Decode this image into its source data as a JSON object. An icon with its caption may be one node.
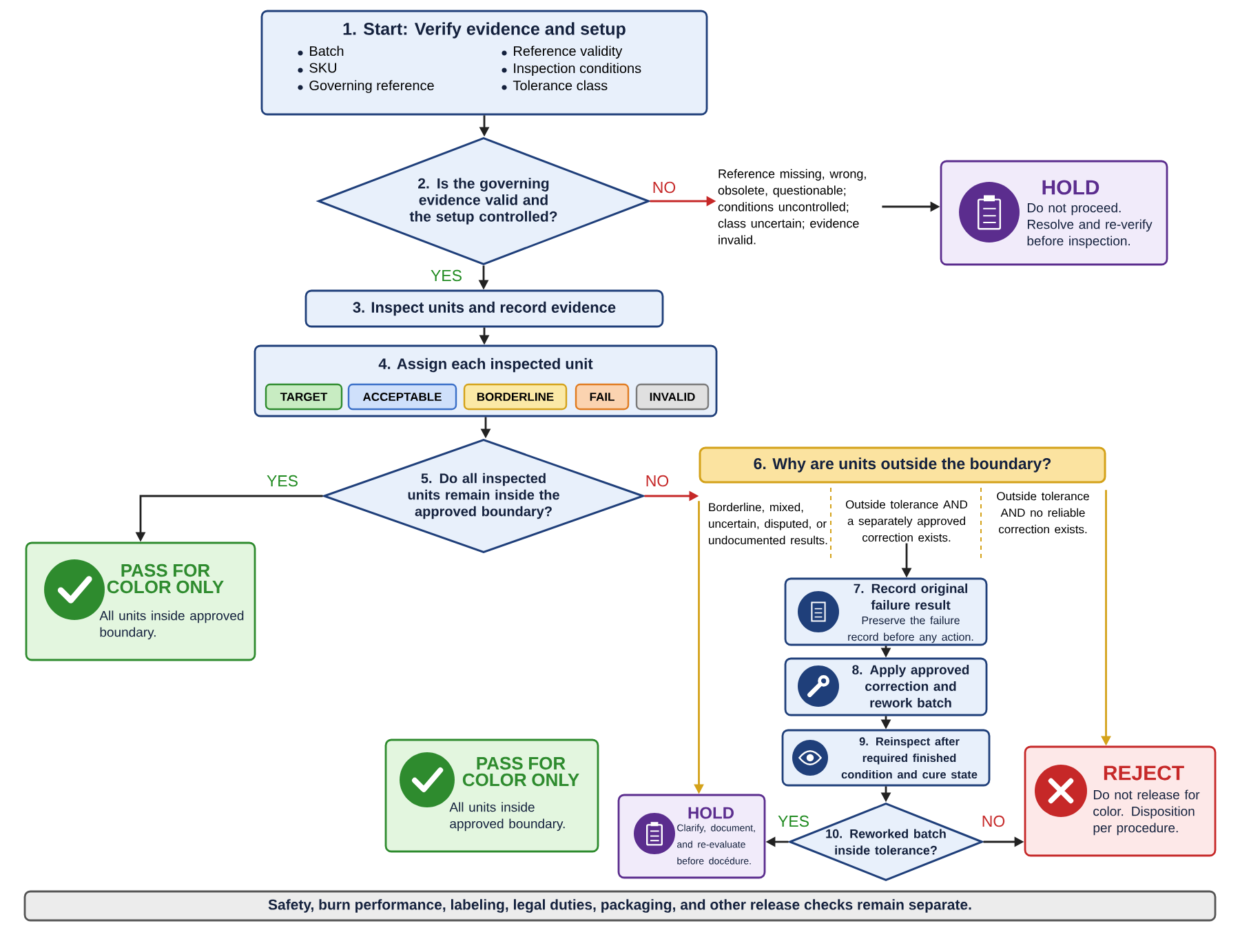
{
  "diagram": {
    "nodes": [
      {
        "text": [
          "1. Start: Verify evidence and setup",
          "Batch",
          "SKU",
          "Governing reference",
          "Reference validity",
          "Inspection conditions",
          "Tolerance class"
        ]
      },
      {
        "text": [
          "2. Is the governing evidence valid and the setup controlled?"
        ]
      },
      {
        "text": [
          "Reference missing, wrong, obsolete, questionable; conditions uncontrolled; class uncertain; evidence invalid."
        ]
      },
      {
        "text": [
          "HOLD",
          "Do not proceed. Resolve and re-verify before inspection."
        ]
      },
      {
        "text": [
          "3. Inspect units and record evidence"
        ]
      },
      {
        "text": [
          "4. Assign each inspected unit"
        ]
      },
      {
        "text": [
          "TARGET"
        ],
        "in": 5
      },
      {
        "text": [
          "ACCEPTABLE"
        ],
        "in": 5
      },
      {
        "text": [
          "BORDERLINE"
        ],
        "in": 5
      },
      {
        "text": [
          "FAIL"
        ],
        "in": 5
      },
      {
        "text": [
          "INVALID"
        ],
        "in": 5
      },
      {
        "text": [
          "5. Do all inspected units remain inside the approved boundary?"
        ]
      },
      {
        "text": [
          "PASS FOR COLOR ONLY",
          "All units inside approved boundary."
        ]
      },
      {
        "text": [
          "6. Why are units outside the boundary?"
        ]
      },
      {
        "text": [
          "Borderline, mixed, uncertain, disputed, or undocumented results."
        ]
      },
      {
        "text": [
          "Outside tolerance AND a separately approved correction exists."
        ]
      },
      {
        "text": [
          "Outside tolerance AND no reliable correction exists."
        ]
      },
      {
        "text": [
          "7. Record original failure result",
          "Preserve the failure record before any action."
        ]
      },
      {
        "text": [
          "8. Apply approved correction and rework batch"
        ]
      },
      {
        "text": [
          "9. Reinspect after required finished condition and cure state"
        ]
      },
      {
        "text": [
          "10. Reworked batch inside tolerance?"
        ]
      },
      {
        "text": [
          "HOLD",
          "Clarify, document, and re-evaluate before docédure."
        ]
      },
      {
        "text": [
          "REJECT",
          "Do not release for color. Disposition per procedure."
        ]
      },
      {
        "text": [
          "PASS FOR COLOR ONLY",
          "All units inside approved boundary."
        ]
      },
      {
        "text": [
          "Safety, burn performance, labeling, legal duties, packaging, and other release checks remain separate."
        ]
      }
    ],
    "edges": [
      {
        "from": 0,
        "to": 1,
        "arrow": "to"
      },
      {
        "from": 1,
        "to": 2,
        "arrow": "to",
        "label": "NO",
        "color": "#c62828"
      },
      {
        "from": 2,
        "to": 3,
        "arrow": "to"
      },
      {
        "from": 1,
        "to": 4,
        "arrow": "to",
        "label": "YES"
      },
      {
        "from": 4,
        "to": 5,
        "arrow": "to"
      },
      {
        "from": 5,
        "to": 11,
        "arrow": "to"
      },
      {
        "from": 11,
        "to": 12,
        "arrow": "to",
        "label": "YES"
      },
      {
        "from": 11,
        "to": 13,
        "arrow": "to",
        "label": "NO",
        "color": "#c62828"
      },
      {
        "from": 14,
        "to": 21,
        "arrow": "to",
        "color": "#d4a21a"
      },
      {
        "from": 15,
        "to": 17,
        "arrow": "to"
      },
      {
        "from": 16,
        "to": 22,
        "arrow": "to",
        "color": "#d4a21a"
      },
      {
        "from": 17,
        "to": 18,
        "arrow": "to"
      },
      {
        "from": 18,
        "to": 19,
        "arrow": "to"
      },
      {
        "from": 19,
        "to": 20,
        "arrow": "to"
      },
      {
        "from": 20,
        "to": 21,
        "arrow": "to",
        "label": "YES"
      },
      {
        "from": 20,
        "to": 22,
        "arrow": "to",
        "label": "NO"
      }
    ]
  }
}
